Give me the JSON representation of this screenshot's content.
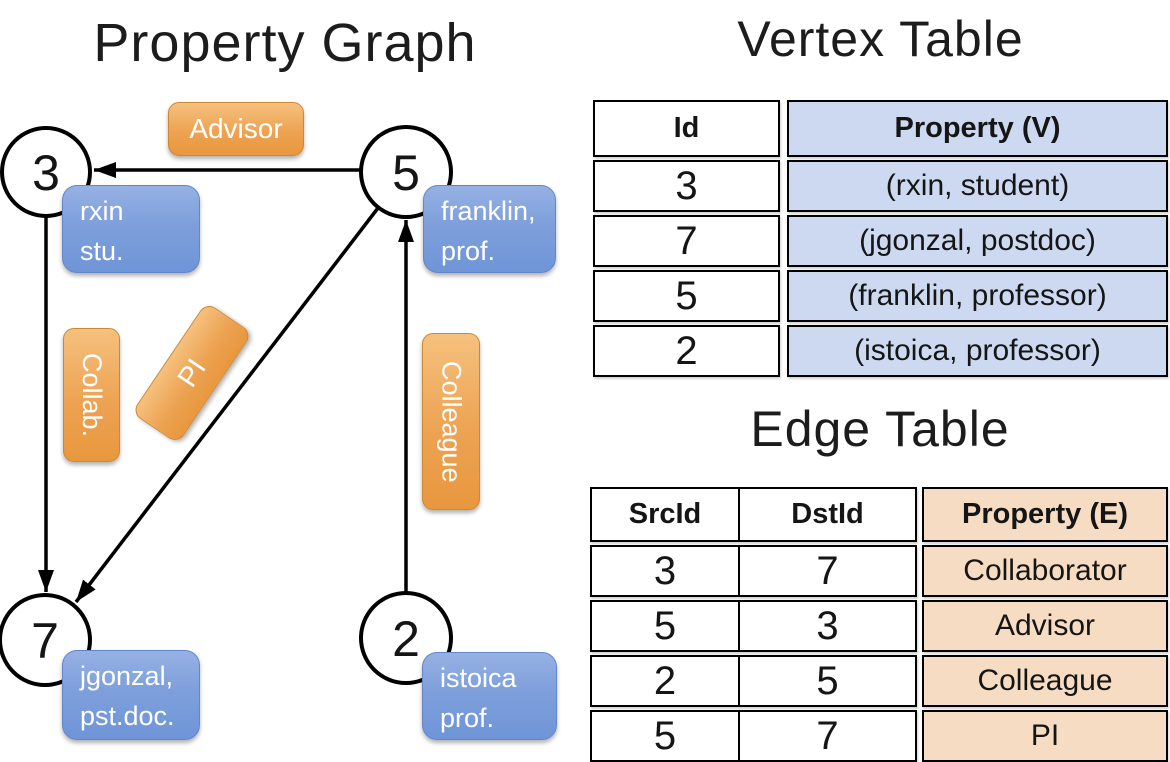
{
  "titles": {
    "graph": "Property Graph",
    "vertex_table": "Vertex Table",
    "edge_table": "Edge Table"
  },
  "graph": {
    "nodes": [
      {
        "id": "3",
        "label_lines": [
          "rxin",
          "stu."
        ]
      },
      {
        "id": "5",
        "label_lines": [
          "franklin,",
          "prof."
        ]
      },
      {
        "id": "7",
        "label_lines": [
          "jgonzal,",
          "pst.doc."
        ]
      },
      {
        "id": "2",
        "label_lines": [
          "istoica",
          "prof."
        ]
      }
    ],
    "edge_labels": [
      {
        "text": "Advisor"
      },
      {
        "text": "Collab."
      },
      {
        "text": "PI"
      },
      {
        "text": "Colleague"
      }
    ]
  },
  "vertex_table": {
    "headers": [
      "Id",
      "Property (V)"
    ],
    "rows": [
      [
        "3",
        "(rxin, student)"
      ],
      [
        "7",
        "(jgonzal, postdoc)"
      ],
      [
        "5",
        "(franklin, professor)"
      ],
      [
        "2",
        "(istoica, professor)"
      ]
    ]
  },
  "edge_table": {
    "headers": [
      "SrcId",
      "DstId",
      "Property (E)"
    ],
    "rows": [
      [
        "3",
        "7",
        "Collaborator"
      ],
      [
        "5",
        "3",
        "Advisor"
      ],
      [
        "2",
        "5",
        "Colleague"
      ],
      [
        "5",
        "7",
        "PI"
      ]
    ]
  },
  "colors": {
    "edge_label_fill": "#ec9f4a",
    "vertex_label_fill": "#7e9fdb",
    "vertex_cell_bg": "#cdd9f0",
    "edge_cell_bg": "#f6dcc2",
    "line": "#000000"
  }
}
